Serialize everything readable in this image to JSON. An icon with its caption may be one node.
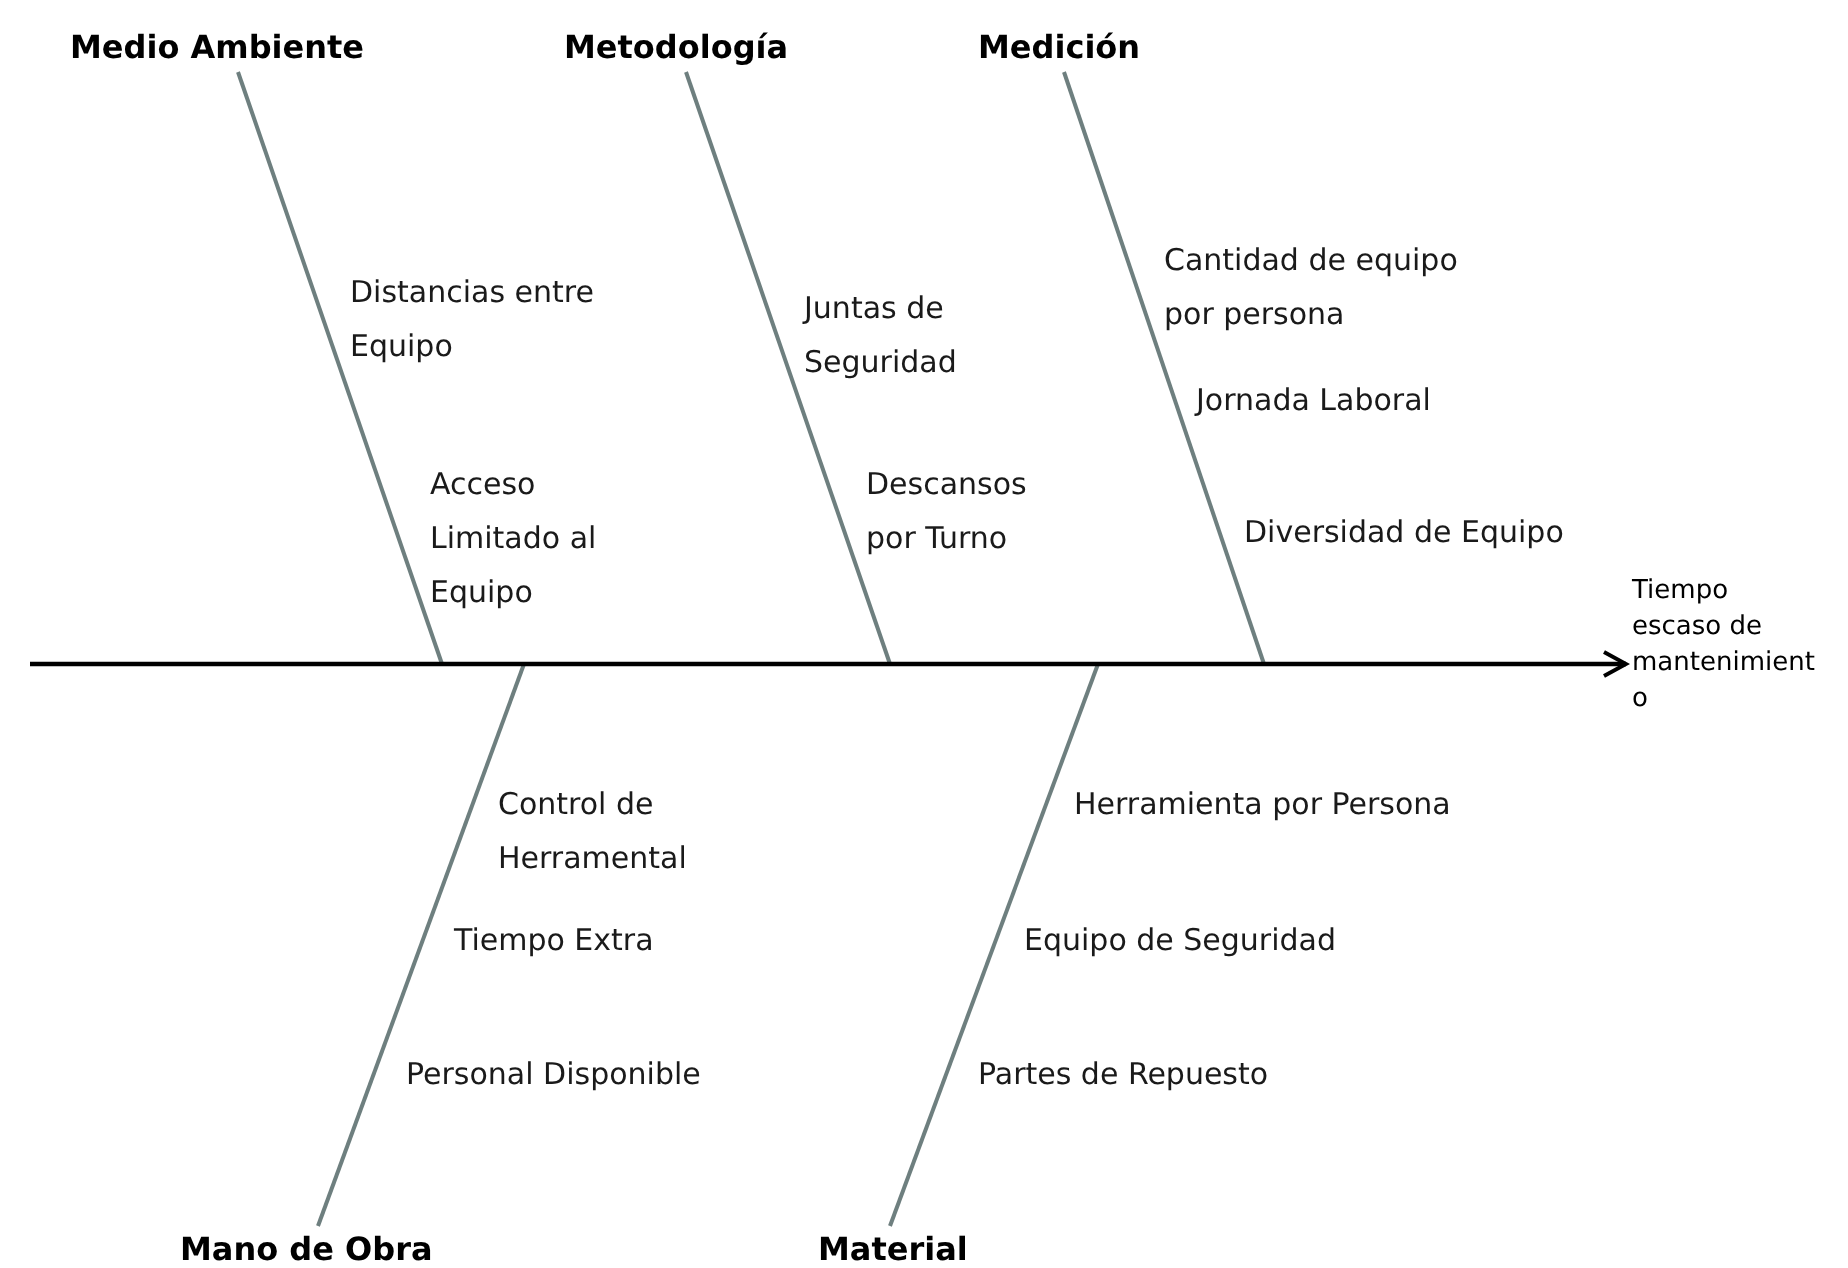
{
  "diagram": {
    "nodes": [
      {
        "text": [
          "Medio Ambiente"
        ]
      },
      {
        "text": [
          "Metodología"
        ]
      },
      {
        "text": [
          "Medición"
        ]
      },
      {
        "text": [
          "Mano de Obra"
        ]
      },
      {
        "text": [
          "Material"
        ]
      },
      {
        "text": [
          "Tiempo escaso de mantenimiento"
        ]
      }
    ],
    "edges": [
      {
        "from": 0,
        "to": null,
        "arrow": "none"
      },
      {
        "from": 1,
        "to": null,
        "arrow": "none"
      },
      {
        "from": 2,
        "to": null,
        "arrow": "none"
      },
      {
        "from": 3,
        "to": null,
        "arrow": "none"
      },
      {
        "from": 4,
        "to": null,
        "arrow": "none"
      },
      {
        "from": null,
        "to": 5,
        "arrow": "to",
        "color": "#000000"
      }
    ],
    "labels": [
      "Distancias entre Equipo",
      "Juntas de Seguridad",
      "Cantidad de equipo por persona",
      "Jornada Laboral",
      "Acceso Limitado al Equipo",
      "Descansos por Turno",
      "Diversidad de Equipo",
      "Control de Herramental",
      "Herramienta por Persona",
      "Tiempo Extra",
      "Equipo de Seguridad",
      "Personal Disponible",
      "Partes de Repuesto"
    ]
  }
}
